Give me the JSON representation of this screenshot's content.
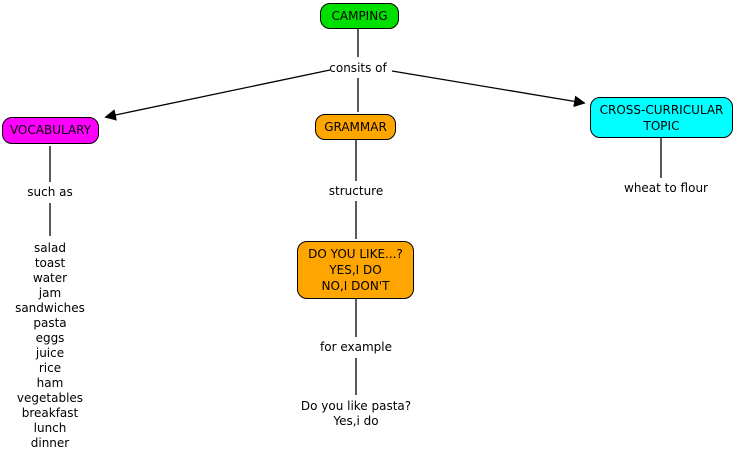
{
  "nodes": {
    "camping": {
      "label": "CAMPING",
      "color": "#00e000"
    },
    "vocabulary": {
      "label": "VOCABULARY",
      "color": "#ff00ff"
    },
    "grammar": {
      "label": "GRAMMAR",
      "color": "#ffa500"
    },
    "cross_curricular": {
      "lines": [
        "CROSS-CURRICULAR",
        "TOPIC"
      ],
      "color": "#00ffff"
    },
    "do_you_like": {
      "lines": [
        "DO YOU LIKE...?",
        "YES,I DO",
        "NO,I DON'T"
      ],
      "color": "#ffa500"
    }
  },
  "link_labels": {
    "consists_of": "consits of",
    "such_as": "such as",
    "structure": "structure",
    "for_example": "for example",
    "wheat_to_flour": "wheat to flour"
  },
  "vocab_list": [
    "salad",
    "toast",
    "water",
    "jam",
    "sandwiches",
    "pasta",
    "eggs",
    "juice",
    "rice",
    "ham",
    "vegetables",
    "breakfast",
    "lunch",
    "dinner"
  ],
  "example": {
    "question": "Do you like pasta?",
    "answer": "Yes,i do"
  },
  "edge_color": "#000000"
}
